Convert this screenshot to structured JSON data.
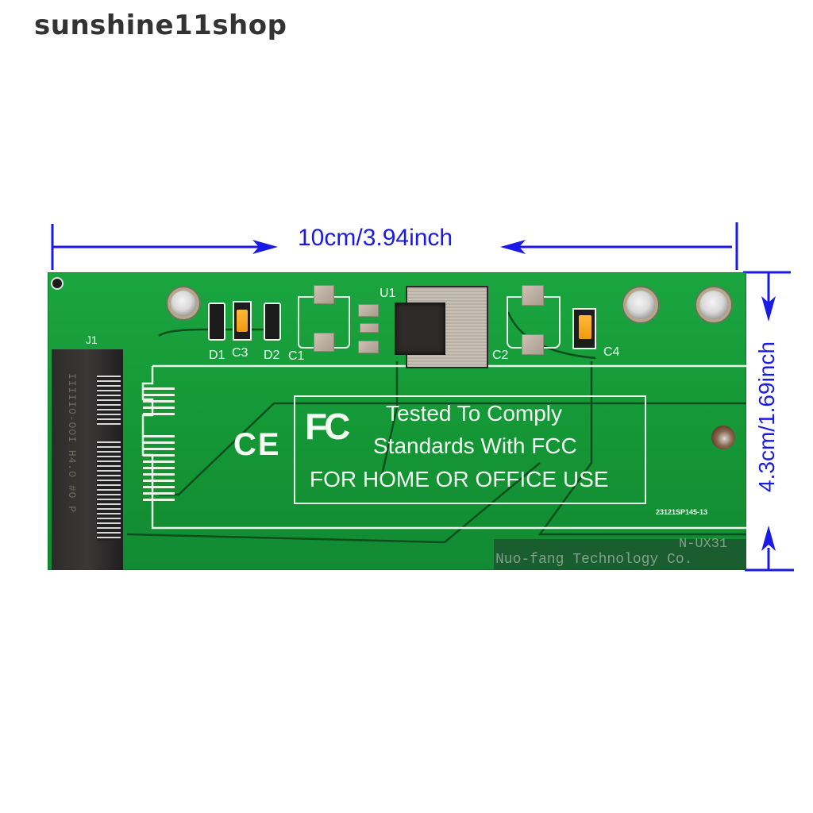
{
  "header": {
    "shop_name": "sunshine11shop"
  },
  "dimensions": {
    "width_label": "10cm/3.94inch",
    "height_label": "4.3cm/1.69inch",
    "arrow_color": "#1a1ae6"
  },
  "pcb": {
    "board_color": "#169c3a",
    "silkscreen_color": "#f2fff2",
    "connector_label": "J1",
    "connector_marking": "IIIIIO-OOI H4.O #O P",
    "component_labels": {
      "d1": "D1",
      "c3": "C3",
      "d2": "D2",
      "c1": "C1",
      "u1": "U1",
      "c2": "C2",
      "c4": "C4"
    },
    "compliance": {
      "ce_mark": "CE",
      "fcc_logo": "FC",
      "line1": "Tested To Comply",
      "line2": "Standards With FCC",
      "line3": "FOR HOME OR OFFICE USE"
    },
    "serial_code": "23121SP145-13",
    "model": "N-UX31",
    "manufacturer": "Nuo-fang Technology Co."
  }
}
